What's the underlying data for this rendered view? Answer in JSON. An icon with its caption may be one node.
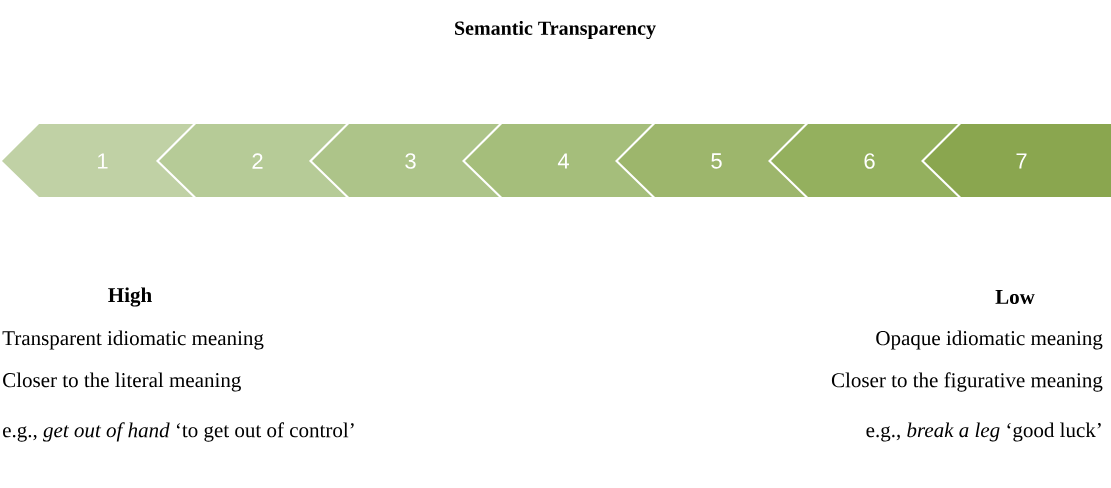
{
  "diagram": {
    "title": "Semantic Transparency",
    "nodes": [
      {
        "text": [
          "1"
        ]
      },
      {
        "text": [
          "2"
        ]
      },
      {
        "text": [
          "3"
        ]
      },
      {
        "text": [
          "4"
        ]
      },
      {
        "text": [
          "5"
        ]
      },
      {
        "text": [
          "6"
        ]
      },
      {
        "text": [
          "7"
        ]
      }
    ],
    "labels": [
      "High",
      "Low",
      "Transparent idiomatic meaning",
      "Opaque idiomatic meaning",
      "Closer to the literal meaning",
      "Closer to the figurative meaning",
      "e.g., *get out of hand* ‘to get out of control’",
      "e.g., *break a leg* ‘good luck’"
    ]
  }
}
